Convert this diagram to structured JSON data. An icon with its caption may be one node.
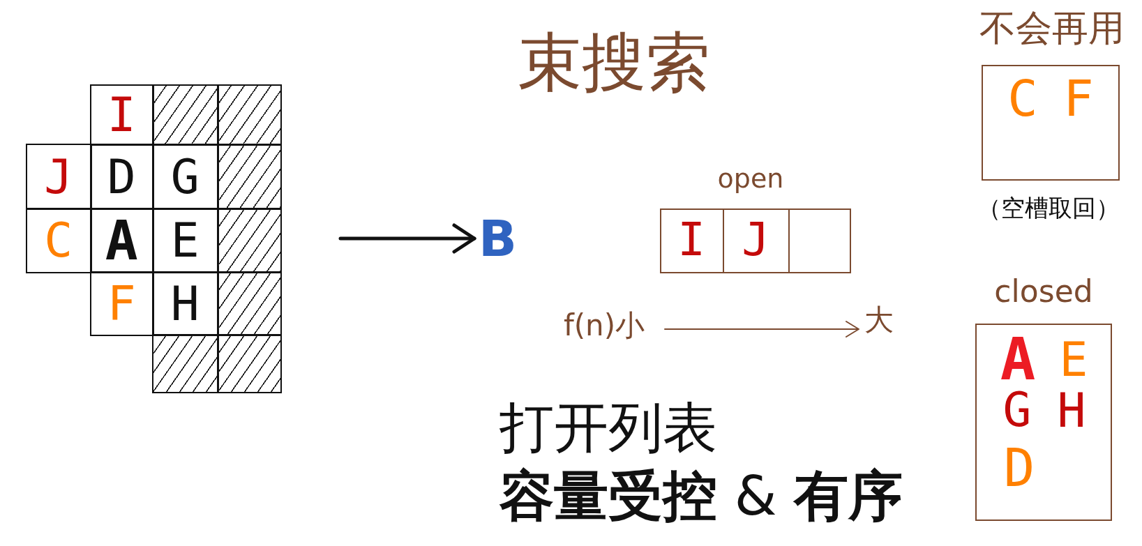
{
  "diagram": {
    "title": "束搜索",
    "nodes": [
      {
        "text": [
          "I"
        ]
      },
      {
        "text": [],
        "shape": "box"
      },
      {
        "text": [],
        "shape": "box"
      },
      {
        "text": [
          "J"
        ]
      },
      {
        "text": [
          "D"
        ]
      },
      {
        "text": [
          "G"
        ]
      },
      {
        "text": [],
        "shape": "box"
      },
      {
        "text": [
          "C"
        ]
      },
      {
        "text": [
          "A"
        ]
      },
      {
        "text": [
          "E"
        ]
      },
      {
        "text": [],
        "shape": "box"
      },
      {
        "text": [
          "F"
        ]
      },
      {
        "text": [
          "H"
        ]
      },
      {
        "text": [],
        "shape": "box"
      },
      {
        "text": [],
        "shape": "box"
      },
      {
        "text": [],
        "shape": "box"
      },
      {
        "text": [
          "B"
        ]
      },
      {
        "text": [
          "open"
        ]
      },
      {
        "text": [
          "I"
        ],
        "in": 17
      },
      {
        "text": [
          "J"
        ],
        "in": 17
      },
      {
        "text": [],
        "shape": "box",
        "in": 17
      },
      {
        "text": [
          "不会再用",
          "C",
          "F"
        ],
        "beside": [
          "（空槽取回）"
        ]
      },
      {
        "text": [
          "closed",
          "A",
          "E",
          "G",
          "H",
          "D"
        ]
      }
    ],
    "edges": [
      {
        "from": null,
        "to": 16,
        "arrow": "to"
      }
    ],
    "labels": [
      "f(n)小",
      "大",
      "打开列表",
      "**容量受控** & **有序**"
    ]
  }
}
